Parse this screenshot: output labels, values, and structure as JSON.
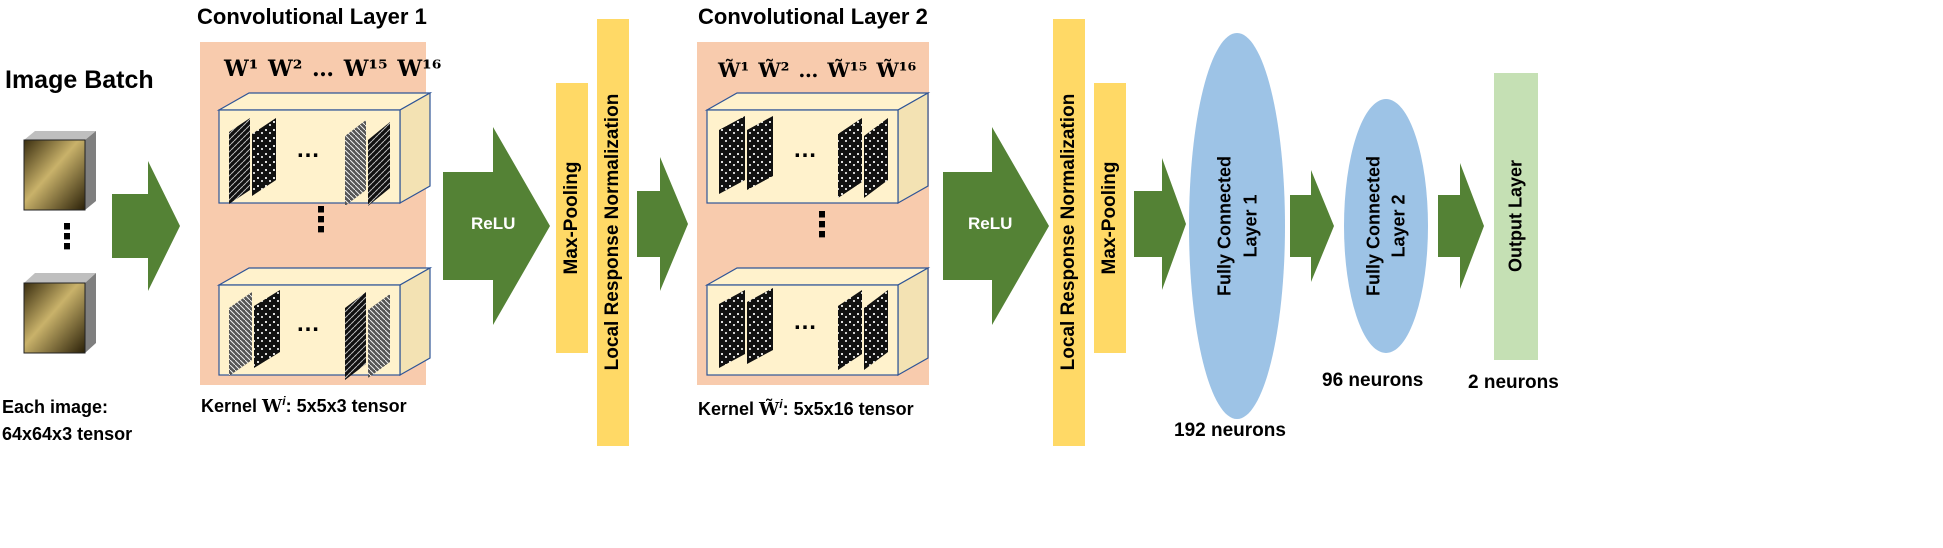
{
  "input": {
    "title": "Image Batch",
    "ellipsis": "⋮",
    "caption_line1": "Each image:",
    "caption_line2": "64x64x3 tensor"
  },
  "conv1": {
    "title": "Convolutional Layer 1",
    "weights": [
      "W¹",
      "W²",
      "…",
      "W¹⁵",
      "W¹⁶"
    ],
    "h_ellipsis": "…",
    "v_ellipsis": "⋮",
    "kernel_prefix": "Kernel ",
    "kernel_symbol": "W",
    "kernel_superscript": "i",
    "kernel_suffix": ": 5x5x3 tensor"
  },
  "relu1": {
    "label": "ReLU"
  },
  "maxpool1": {
    "label": "Max-Pooling"
  },
  "lrn1": {
    "label": "Local Response Normalization"
  },
  "conv2": {
    "title": "Convolutional Layer 2",
    "weights": [
      "W̃¹",
      "W̃²",
      "…",
      "W̃¹⁵",
      "W̃¹⁶"
    ],
    "h_ellipsis": "…",
    "v_ellipsis": "⋮",
    "kernel_prefix": "Kernel ",
    "kernel_symbol": "W̃",
    "kernel_superscript": "i",
    "kernel_suffix": ": 5x5x16 tensor"
  },
  "relu2": {
    "label": "ReLU"
  },
  "lrn2": {
    "label": "Local Response Normalization"
  },
  "maxpool2": {
    "label": "Max-Pooling"
  },
  "fc1": {
    "line1": "Fully  Connected",
    "line2": "Layer  1",
    "caption": "192 neurons"
  },
  "fc2": {
    "line1": "Fully  Connected",
    "line2": "Layer  2",
    "caption": "96 neurons"
  },
  "output": {
    "label": "Output Layer",
    "caption": "2 neurons"
  },
  "colors": {
    "arrow": "#548235",
    "conv_panel": "#f8cbad",
    "volume_front": "#fff2cc",
    "volume_edge": "#2f5597",
    "yellow_bar": "#ffd966",
    "ellipse": "#9dc3e6",
    "output_bar": "#c5e0b4"
  }
}
